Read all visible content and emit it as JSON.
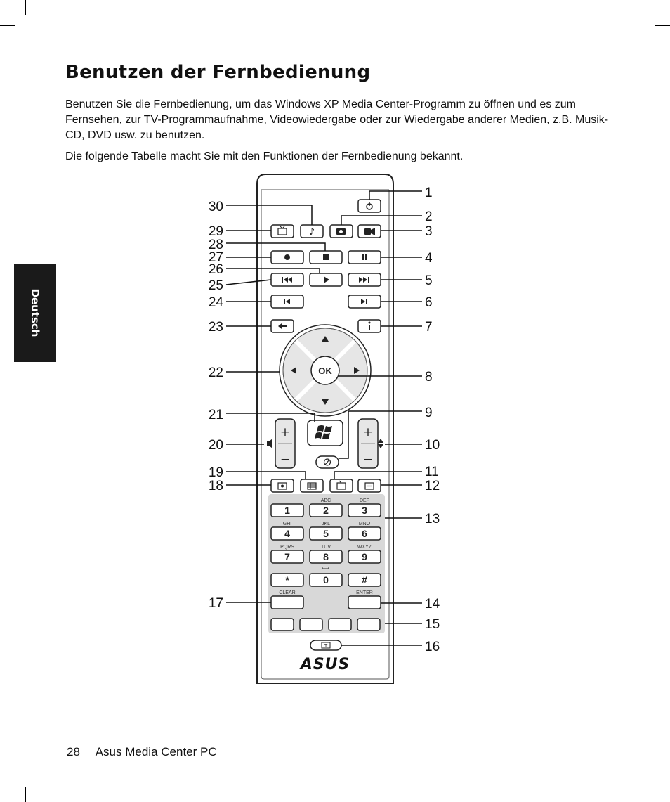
{
  "page": {
    "title": "Benutzen der Fernbedienung",
    "paragraph1": "Benutzen Sie die Fernbedienung, um das Windows XP Media Center-Programm zu öffnen und es zum Fernsehen, zur TV-Programmaufnahme, Videowiedergabe oder zur Wiedergabe anderer Medien, z.B. Musik-CD, DVD usw. zu benutzen.",
    "paragraph2": "Die folgende Tabelle macht Sie mit den Funktionen der Fernbedienung bekannt.",
    "side_tab": "Deutsch",
    "page_number": "28",
    "footer_text": "Asus Media Center PC"
  },
  "remote": {
    "ok_label": "OK",
    "brand": "ASUS",
    "clear_label": "CLEAR",
    "enter_label": "ENTER",
    "keypad": [
      {
        "digit": "1",
        "letters": ""
      },
      {
        "digit": "2",
        "letters": "ABC"
      },
      {
        "digit": "3",
        "letters": "DEF"
      },
      {
        "digit": "4",
        "letters": "GHI"
      },
      {
        "digit": "5",
        "letters": "JKL"
      },
      {
        "digit": "6",
        "letters": "MNO"
      },
      {
        "digit": "7",
        "letters": "PQRS"
      },
      {
        "digit": "8",
        "letters": "TUV"
      },
      {
        "digit": "9",
        "letters": "WXYZ"
      },
      {
        "digit": "*",
        "letters": ""
      },
      {
        "digit": "0",
        "letters": ""
      },
      {
        "digit": "#",
        "letters": ""
      }
    ],
    "callouts_left": [
      "30",
      "29",
      "28",
      "27",
      "26",
      "25",
      "24",
      "23",
      "22",
      "21",
      "20",
      "19",
      "18",
      "17"
    ],
    "callouts_right": [
      "1",
      "2",
      "3",
      "4",
      "5",
      "6",
      "7",
      "8",
      "9",
      "10",
      "11",
      "12",
      "13",
      "14",
      "15",
      "16"
    ]
  }
}
